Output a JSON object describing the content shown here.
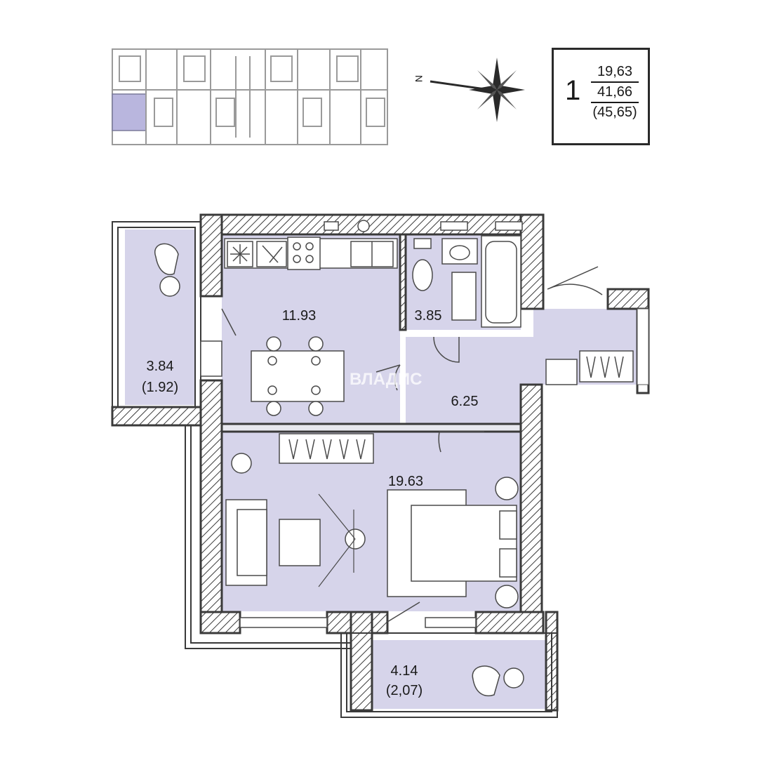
{
  "summary": {
    "rooms": "1",
    "living_area": "19,63",
    "total_area": "41,66",
    "total_with_balcony": "(45,65)"
  },
  "compass": {
    "north_label": "N"
  },
  "watermark": "ВЛАДИС",
  "rooms": {
    "kitchen": "11.93",
    "bathroom": "3.85",
    "hall": "6.25",
    "bedroom": "19.63",
    "balcony_left_area": "3.84",
    "balcony_left_reduced": "(1.92)",
    "balcony_bottom_area": "4.14",
    "balcony_bottom_reduced": "(2,07)"
  },
  "colors": {
    "room_fill": "#d6d4ea",
    "wall": "#3a3a3a",
    "highlight": "#b9b6de"
  }
}
